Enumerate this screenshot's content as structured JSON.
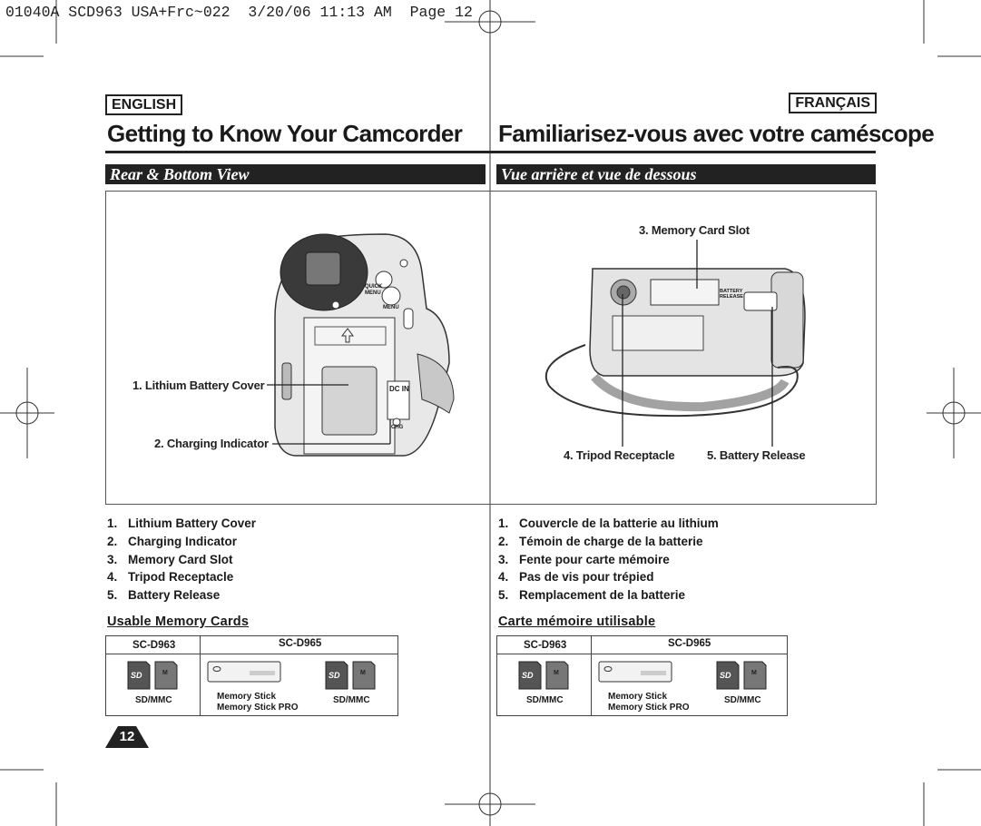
{
  "slug_line": "01040A SCD963 USA+Frc~022  3/20/06 11:13 AM  Page 12",
  "english": {
    "lang": "ENGLISH",
    "title": "Getting to Know Your Camcorder",
    "section": "Rear & Bottom View",
    "items": [
      {
        "num": "1.",
        "text": "Lithium Battery Cover"
      },
      {
        "num": "2.",
        "text": "Charging Indicator"
      },
      {
        "num": "3.",
        "text": "Memory Card Slot"
      },
      {
        "num": "4.",
        "text": "Tripod Receptacle"
      },
      {
        "num": "5.",
        "text": "Battery Release"
      }
    ],
    "cards_heading": "Usable Memory Cards"
  },
  "french": {
    "lang": "FRANÇAIS",
    "title": "Familiarisez-vous avec votre caméscope",
    "section": "Vue arrière et vue de dessous",
    "items": [
      {
        "num": "1.",
        "text": "Couvercle de la batterie au lithium"
      },
      {
        "num": "2.",
        "text": "Témoin de charge de la batterie"
      },
      {
        "num": "3.",
        "text": "Fente pour carte mémoire"
      },
      {
        "num": "4.",
        "text": "Pas de vis pour trépied"
      },
      {
        "num": "5.",
        "text": "Remplacement de la batterie"
      }
    ],
    "cards_heading": "Carte mémoire utilisable"
  },
  "callouts": {
    "c1": "1. Lithium Battery Cover",
    "c2": "2. Charging Indicator",
    "c3": "3. Memory Card Slot",
    "c4": "4. Tripod Receptacle",
    "c5": "5. Battery Release"
  },
  "device_labels": {
    "quick_menu": "QUICK MENU",
    "menu": "MENU",
    "dc_in": "DC IN",
    "chg": "CHG",
    "battery_release": "BATTERY RELEASE"
  },
  "memory_table": {
    "col1": "SC-D963",
    "col2": "SC-D965",
    "sd_mmc": "SD/MMC",
    "memory_stick": "Memory Stick",
    "memory_stick_pro": "Memory Stick PRO"
  },
  "page_number": "12"
}
